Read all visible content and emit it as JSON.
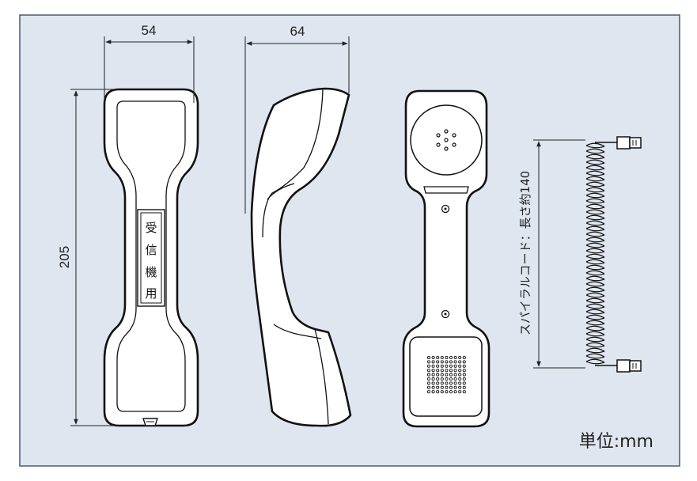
{
  "dimensions": {
    "front_width": "54",
    "side_width": "64",
    "length": "205",
    "cord_length": "スパイラルコード：長さ約140"
  },
  "label_plate": [
    "受",
    "信",
    "機",
    "用"
  ],
  "unit_label": "単位:mm",
  "colors": {
    "background_panel": "#dfe6ef",
    "frame": "#4a5a6e",
    "outline": "#111111",
    "fill": "#ffffff"
  }
}
